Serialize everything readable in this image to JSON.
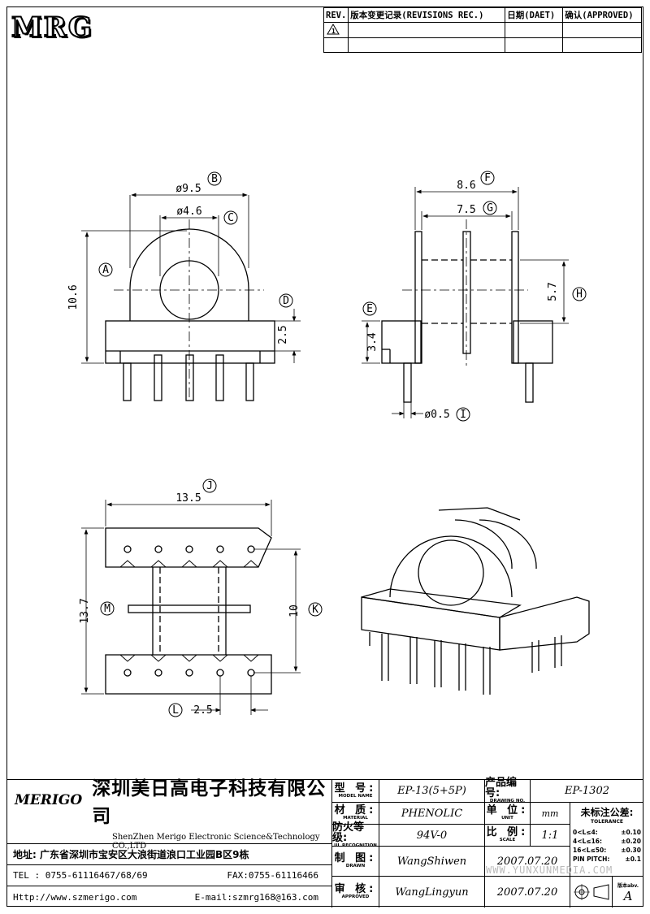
{
  "logo_text": "MRG",
  "revision_table": {
    "headers": [
      "REV.",
      "版本变更记录(REVISIONS REC.)",
      "日期(DAET)",
      "确认(APPROVED)"
    ],
    "rev_symbol": "1"
  },
  "dimensions": {
    "B": "B",
    "B_value": "ø9.5",
    "C": "C",
    "C_value": "ø4.6",
    "A": "A",
    "A_value": "10.6",
    "D": "D",
    "D_value": "2.5",
    "F": "F",
    "F_value": "8.6",
    "G": "G",
    "G_value": "7.5",
    "H": "H",
    "H_value": "5.7",
    "E": "E",
    "E_value": "3.4",
    "I": "I",
    "I_value": "ø0.5",
    "J": "J",
    "J_value": "13.5",
    "K": "K",
    "K_value": "10",
    "M": "M",
    "M_value": "13.7",
    "L": "L",
    "L_value": "2.5"
  },
  "title_block": {
    "logo": "MERIGO",
    "company_zh": "深圳美日高电子科技有限公司",
    "company_en": "ShenZhen Merigo Electronic Science&Technology CO.,LTD",
    "address": "地址: 广东省深圳市宝安区大浪街道浪口工业园B区9栋",
    "tel": "TEL : 0755-61116467/68/69",
    "fax": "FAX:0755-61116466",
    "http": "Http://www.szmerigo.com",
    "email": "E-mail:szmrg168@163.com",
    "model_label_zh": "型 号:",
    "model_label_en": "MODEL NAME",
    "model_value": "EP-13(5+5P)",
    "material_label_zh": "材 质:",
    "material_label_en": "MATERIAL",
    "material_value": "PHENOLIC",
    "fire_label_zh": "防火等级:",
    "fire_label_en": "UL RECOGNITION",
    "fire_value": "94V-0",
    "drawn_label_zh": "制 图:",
    "drawn_label_en": "DRAWN",
    "drawn_value": "WangShiwen",
    "approved_label_zh": "审 核:",
    "approved_label_en": "APPROVED",
    "approved_value": "WangLingyun",
    "drawing_no_label_zh": "产品编号:",
    "drawing_no_label_en": "DRAWING NO.",
    "drawing_no_value": "EP-1302",
    "unit_label_zh": "单 位:",
    "unit_label_en": "UNIT",
    "unit_value": "mm",
    "scale_label_zh": "比 例:",
    "scale_label_en": "SCALE",
    "scale_value": "1:1",
    "drawn_date": "2007.07.20",
    "approved_date": "2007.07.20",
    "tolerance_zh": "未标注公差:",
    "tolerance_en": "TOLERANCE",
    "tolerances": [
      {
        "range": "0<L≤4:",
        "value": "±0.10"
      },
      {
        "range": "4<L≤16:",
        "value": "±0.20"
      },
      {
        "range": "16<L≤50:",
        "value": "±0.30"
      },
      {
        "range": "PIN PITCH:",
        "value": "±0.1"
      }
    ],
    "version_label": "版本abv.",
    "version_value": "A"
  },
  "watermark": "WWW.YUNXUNMEDIA.COM"
}
